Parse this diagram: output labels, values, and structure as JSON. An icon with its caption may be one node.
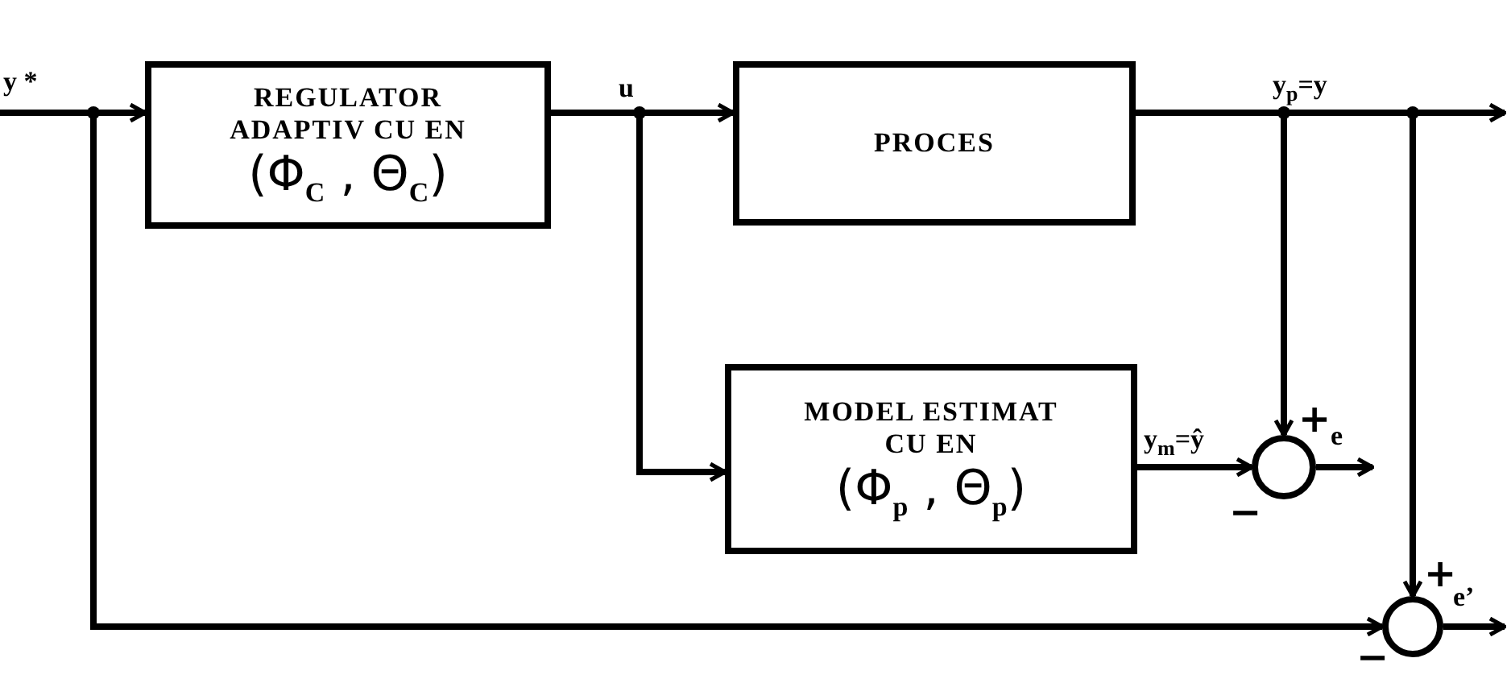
{
  "diagram": {
    "nodes": [
      {
        "text": [
          "REGULATOR ADAPTIV CU EN",
          "(Φ$_{C}$ , Θ$_{C}$)"
        ]
      },
      {
        "text": [
          "PROCES"
        ]
      },
      {
        "text": [
          "MODEL ESTIMAT CU EN",
          "(Φ$_{p}$ , Θ$_{p}$)"
        ]
      },
      {
        "text": [],
        "shape": "circle"
      },
      {
        "text": [],
        "shape": "circle"
      }
    ],
    "edges": [
      {
        "from": null,
        "to": 0,
        "arrow": "to",
        "label": "y *"
      },
      {
        "from": null,
        "to": 4,
        "arrow": "to"
      },
      {
        "from": 0,
        "to": 1,
        "arrow": "to",
        "label": "u"
      },
      {
        "from": 0,
        "to": 2,
        "arrow": "to"
      },
      {
        "from": 1,
        "to": null,
        "arrow": "to",
        "label": "y$_{p}$=y"
      },
      {
        "from": 1,
        "to": 3,
        "arrow": "to"
      },
      {
        "from": 1,
        "to": 4,
        "arrow": "to"
      },
      {
        "from": 2,
        "to": 3,
        "arrow": "to",
        "label": "y$_{m}$=ŷ"
      },
      {
        "from": 3,
        "to": null,
        "arrow": "to",
        "label": "e"
      },
      {
        "from": 4,
        "to": null,
        "arrow": "to",
        "label": "e’"
      }
    ],
    "labels": [
      "+",
      "−",
      "+",
      "−"
    ]
  }
}
